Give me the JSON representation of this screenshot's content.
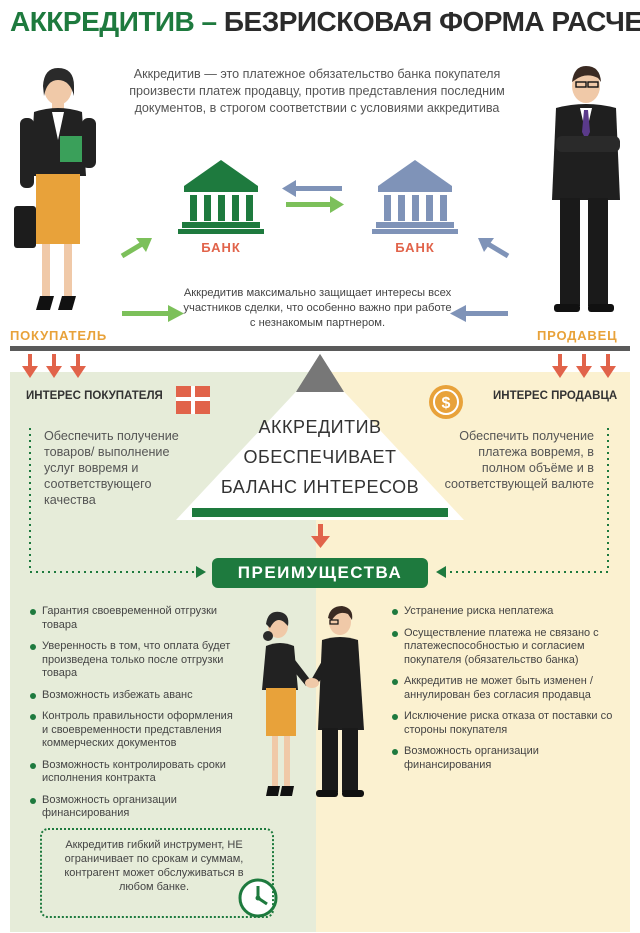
{
  "header": {
    "title_part1": "АККРЕДИТИВ –",
    "title_part2": "БЕЗРИСКОВАЯ ФОРМА РАСЧЕТОВ!"
  },
  "intro_text": "Аккредитив — это платежное обязательство банка покупателя произвести платеж продавцу, против представления последним документов, в строгом соответствии с условиями аккредитива",
  "banks": {
    "buyer_bank_label": "БАНК",
    "seller_bank_label": "БАНК"
  },
  "middle_note": "Аккредитив максимально защищает интересы всех участников сделки, что особенно важно при работе с незнакомым партнером.",
  "roles": {
    "buyer": "ПОКУПАТЕЛЬ",
    "seller": "ПРОДАВЕЦ"
  },
  "interests": {
    "buyer": {
      "title": "ИНТЕРЕС ПОКУПАТЕЛЯ",
      "text": "Обеспечить получение товаров/ выполнение услуг вовремя и соответствующего качества"
    },
    "seller": {
      "title": "ИНТЕРЕС ПРОДАВЦА",
      "text": "Обеспечить получение платежа вовремя, в полном объёме и в соответствующей валюте"
    }
  },
  "pyramid": {
    "line1": "АККРЕДИТИВ",
    "line2": "ОБЕСПЕЧИВАЕТ",
    "line3": "БАЛАНС ИНТЕРЕСОВ"
  },
  "advantages": {
    "title": "ПРЕИМУЩЕСТВА",
    "buyer": [
      "Гарантия своевременной отгрузки товара",
      "Уверенность в том, что оплата будет произведена только после отгрузки товара",
      "Возможность избежать аванс",
      "Контроль правильности оформления и своевременности представления коммерческих документов",
      "Возможность контролировать сроки исполнения контракта",
      "Возможность организации финансирования"
    ],
    "seller": [
      "Устранение риска неплатежа",
      "Осуществление платежа не связано с платежеспособностью и согласием покупателя (обязательство банка)",
      "Аккредитив не может быть изменен / аннулирован без согласия продавца",
      "Исключение риска отказа от поставки со стороны покупателя",
      "Возможность организации финансирования"
    ]
  },
  "note": "Аккредитив гибкий инструмент, НЕ ограничивает по срокам и суммам, контрагент может обслуживаться в любом банке.",
  "colors": {
    "green": "#1e7a3e",
    "light_green_arrow": "#7cc05a",
    "blue_bank": "#7f93b8",
    "orange": "#e8a23a",
    "red_arrow": "#e1634a",
    "buyer_panel": "#e6ecd9",
    "seller_panel": "#fbf1d0"
  },
  "icons": [
    "bank-icon",
    "gift-icon",
    "dollar-coin-icon",
    "clock-icon",
    "arrow-down-icon",
    "arrow-right-icon"
  ]
}
